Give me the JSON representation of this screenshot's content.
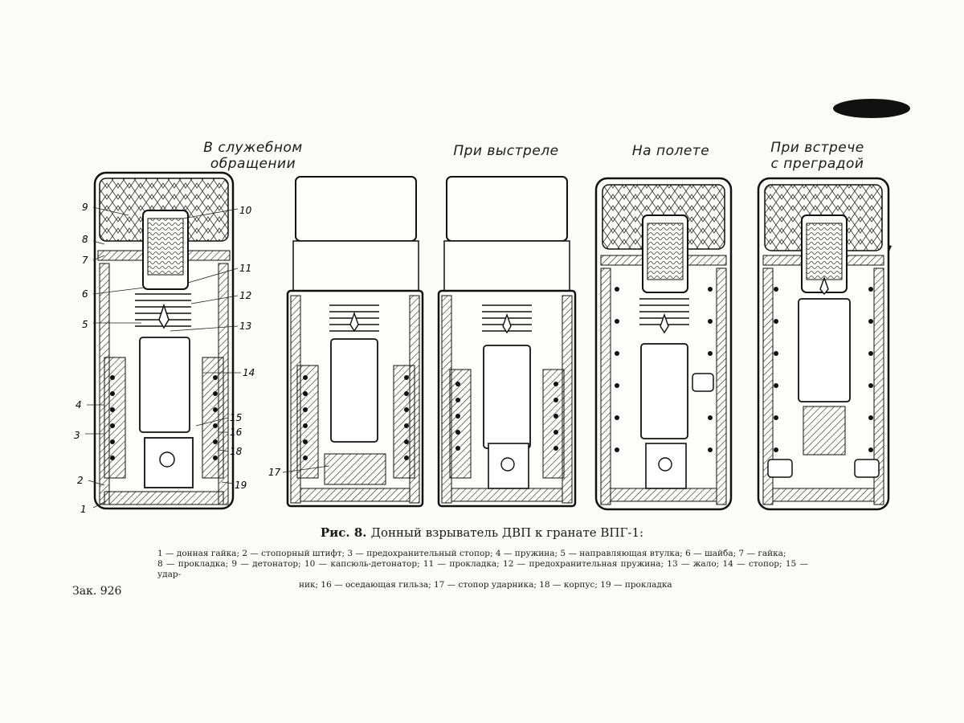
{
  "stages": [
    {
      "id": "service",
      "title": "В служебном обращении"
    },
    {
      "id": "shot",
      "title": "При выстреле"
    },
    {
      "id": "flight",
      "title": "На полете"
    },
    {
      "id": "impact",
      "title_lines": [
        "При встрече",
        "с преградой"
      ]
    }
  ],
  "callouts": [
    "1",
    "2",
    "3",
    "4",
    "5",
    "6",
    "7",
    "8",
    "9",
    "10",
    "11",
    "12",
    "13",
    "14",
    "15",
    "16",
    "17",
    "18",
    "19"
  ],
  "caption": {
    "label": "Рис. 8.",
    "text": "Донный взрыватель ДВП к гранате ВПГ-1:"
  },
  "legend_lines": [
    "1 — донная гайка; 2 — стопорный штифт; 3 — предохранительный стопор; 4 — пружина; 5 — направляющая втулка; 6 — шайба; 7 — гайка;",
    "8 — прокладка; 9 — детонатор; 10 — капсюль-детонатор; 11 — прокладка; 12 — предохранительная пружина; 13 — жало; 14 — стопор; 15 — удар-",
    "ник; 16 — оседающая гильза; 17 — стопор ударника; 18 — корпус; 19 — прокладка"
  ],
  "order_number": "Зак. 926"
}
